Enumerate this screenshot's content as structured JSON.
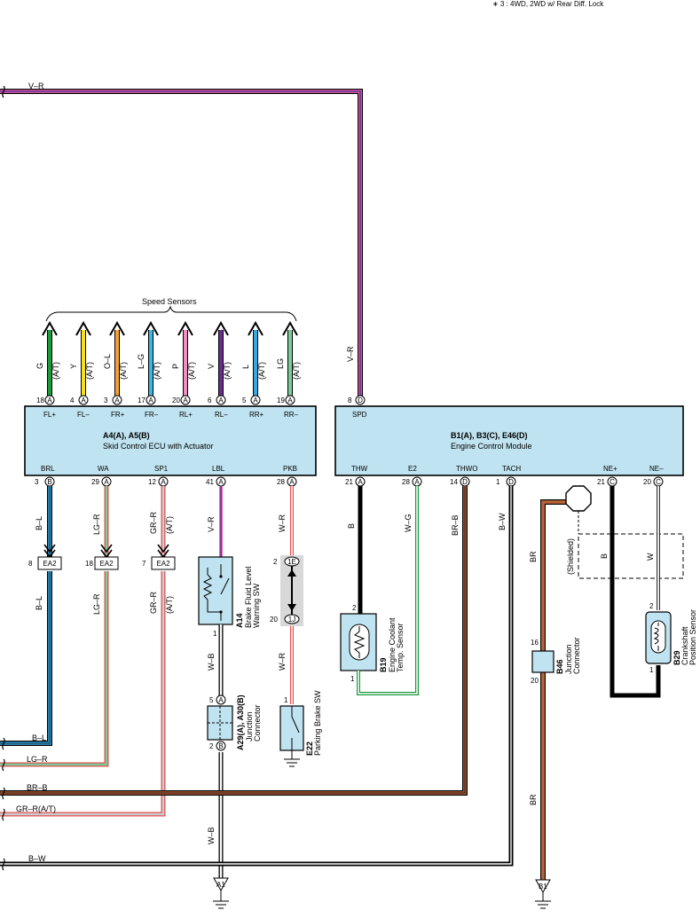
{
  "note": "∗ 3 : 4WD,  2WD w/ Rear Diff.  Lock",
  "top_wire": "V–R",
  "speed_sensors_label": "Speed Sensors",
  "skid_ecu": {
    "code": "A4(A), A5(B)",
    "name": "Skid Control ECU with Actuator",
    "top_pins": [
      {
        "pin": "18",
        "conn": "A",
        "label": "FL+",
        "wire": "G",
        "note": "(A/T)",
        "color": "#1a9a3c"
      },
      {
        "pin": "4",
        "conn": "A",
        "label": "FL–",
        "wire": "Y",
        "note": "(A/T)",
        "color": "#f7e21a"
      },
      {
        "pin": "3",
        "conn": "A",
        "label": "FR+",
        "wire": "O–L",
        "note": "(A/T)",
        "color": "#f5a030"
      },
      {
        "pin": "17",
        "conn": "A",
        "label": "FR–",
        "wire": "L–G",
        "note": "(A/T)",
        "color": "#38b8e8"
      },
      {
        "pin": "20",
        "conn": "A",
        "label": "RL+",
        "wire": "P",
        "note": "(A/T)",
        "color": "#f08cc0"
      },
      {
        "pin": "6",
        "conn": "A",
        "label": "RL–",
        "wire": "V",
        "note": "(A/T)",
        "color": "#6a2d91"
      },
      {
        "pin": "5",
        "conn": "A",
        "label": "RR+",
        "wire": "L",
        "note": "(A/T)",
        "color": "#38a8e0"
      },
      {
        "pin": "19",
        "conn": "A",
        "label": "RR–",
        "wire": "LG",
        "note": "(A/T)",
        "color": "#7ccc98"
      }
    ],
    "bottom_pins": [
      {
        "pin": "3",
        "conn": "B",
        "label": "BRL"
      },
      {
        "pin": "29",
        "conn": "A",
        "label": "WA"
      },
      {
        "pin": "12",
        "conn": "A",
        "label": "SP1"
      },
      {
        "pin": "41",
        "conn": "A",
        "label": "LBL"
      },
      {
        "pin": "28",
        "conn": "A",
        "label": "PKB"
      }
    ]
  },
  "ecm": {
    "code": "B1(A), B3(C), E46(D)",
    "name": "Engine Control Module",
    "top_pin": {
      "pin": "8",
      "conn": "D",
      "label": "SPD"
    },
    "bottom_pins": [
      {
        "pin": "21",
        "conn": "A",
        "label": "THW"
      },
      {
        "pin": "28",
        "conn": "A",
        "label": "E2"
      },
      {
        "pin": "14",
        "conn": "D",
        "label": "THWO"
      },
      {
        "pin": "1",
        "conn": "D",
        "label": "TACH"
      },
      {
        "pin": "21",
        "conn": "C",
        "label": "NE+"
      },
      {
        "pin": "20",
        "conn": "C",
        "label": "NE–"
      }
    ]
  },
  "wires": {
    "bl": "B–L",
    "lgr": "LG–R",
    "grr": "GR–R",
    "at": "(A/T)",
    "vr": "V–R",
    "wr": "W–R",
    "wb": "W–B",
    "b": "B",
    "wg": "W–G",
    "brb": "BR–B",
    "bw": "B–W",
    "br": "BR",
    "w": "W",
    "shielded": "(Shielded)"
  },
  "ea2": {
    "label": "EA2",
    "pins": [
      "8",
      "18",
      "7"
    ]
  },
  "components": {
    "a14": {
      "code": "A14",
      "line1": "Brake Fluid Level",
      "line2": "Warning SW",
      "pin1": "1"
    },
    "a29": {
      "code": "A29(A), A30(B)",
      "line1": "Junction",
      "line2": "Connector",
      "pin_top": "5",
      "conn_top": "A",
      "pin_bot": "2",
      "conn_bot": "B"
    },
    "j1": {
      "top": "1E",
      "bot": "1J",
      "pin_top": "2",
      "pin_bot": "20"
    },
    "e22": {
      "code": "E22",
      "name": "Parking Brake SW",
      "pin": "1"
    },
    "b19": {
      "code": "B19",
      "line1": "Engine Coolant",
      "line2": "Temp. Sensor",
      "pin_top": "2",
      "pin_bot": "1"
    },
    "b46": {
      "code": "B46",
      "line1": "Junction",
      "line2": "Connector",
      "pin_top": "16",
      "pin_bot": "20"
    },
    "b29": {
      "code": "B29",
      "line1": "Crankshaft",
      "line2": "Position Sensor",
      "pin_top": "2",
      "pin_bot": "1"
    }
  },
  "left_wires": [
    "B–L",
    "LG–R",
    "BR–B",
    "GR–R(A/T)",
    "B–W"
  ],
  "grounds": [
    "A1",
    "B1"
  ]
}
